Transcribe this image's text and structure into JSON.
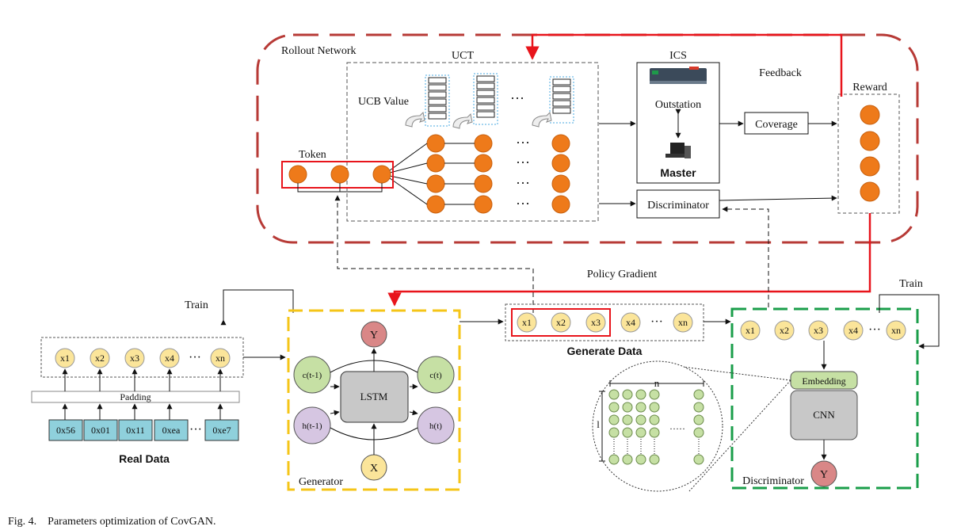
{
  "rollout": {
    "title": "Rollout Network",
    "uct": "UCT",
    "ucb_value": "UCB Value",
    "token": "Token",
    "ics": "ICS",
    "outstation": "Outstation",
    "master": "Master",
    "coverage": "Coverage",
    "discriminator": "Discriminator",
    "feedback": "Feedback",
    "reward": "Reward",
    "ellipsis": "···"
  },
  "policy_gradient": "Policy Gradient",
  "real_data": {
    "train": "Train",
    "tokens": [
      "x1",
      "x2",
      "x3",
      "x4",
      "xn"
    ],
    "padding": "Padding",
    "bytes": [
      "0x56",
      "0x01",
      "0x11",
      "0xea",
      "0xe7"
    ],
    "ellipsis": "···",
    "label": "Real Data"
  },
  "generator": {
    "label": "Generator",
    "lstm": "LSTM",
    "y": "Y",
    "x": "X",
    "c_prev": "c(t-1)",
    "c_cur": "c(t)",
    "h_prev": "h(t-1)",
    "h_cur": "h(t)"
  },
  "generate_data": {
    "label": "Generate Data",
    "tokens": [
      "x1",
      "x2",
      "x3",
      "x4",
      "xn"
    ],
    "ellipsis": "···"
  },
  "discriminator_block": {
    "label": "Discriminator",
    "train": "Train",
    "tokens": [
      "x1",
      "x2",
      "x3",
      "x4",
      "xn"
    ],
    "ellipsis": "···",
    "embedding": "Embedding",
    "cnn": "CNN",
    "y": "Y",
    "n": "n",
    "l": "l",
    "dots": "·····"
  },
  "caption": "Fig. 4.    Parameters optimization of CovGAN.",
  "colors": {
    "orange": "#ee7a1a",
    "red": "#e8141b",
    "dark_red_dash": "#b73a36",
    "yellow_dash": "#f5c518",
    "green_dash": "#1a9e4a",
    "token_yellow": "#fbe59a",
    "teal": "#8fd0dc",
    "pink": "#d98787",
    "green_cell": "#c6e0a4",
    "purple": "#d6c6e2",
    "gray": "#c8c8c8"
  }
}
